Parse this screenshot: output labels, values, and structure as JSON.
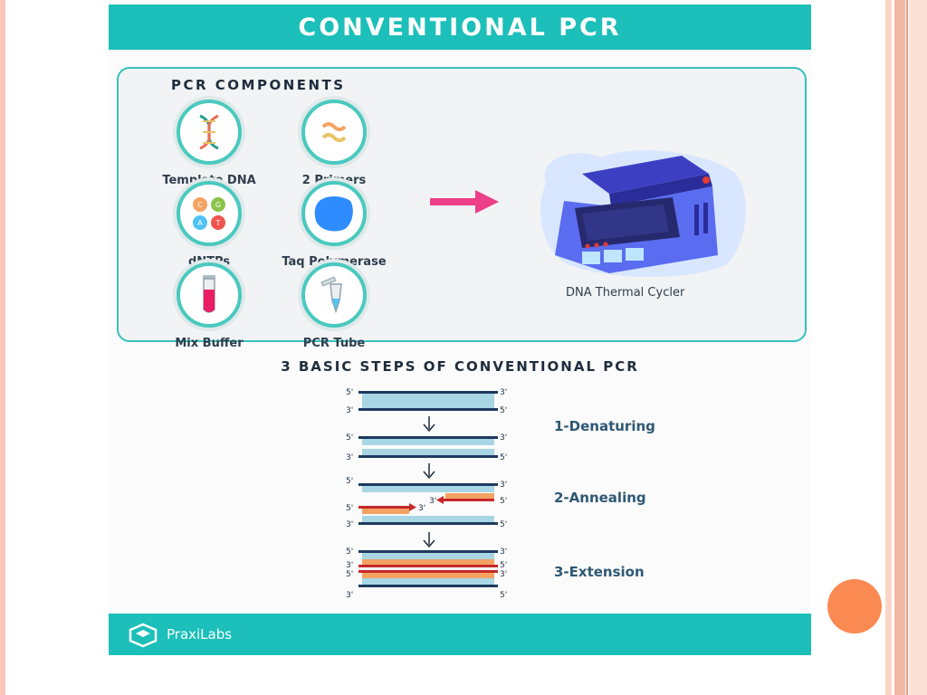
{
  "title": "CONVENTIONAL PCR",
  "components": {
    "heading": "PCR COMPONENTS",
    "items": [
      {
        "label": "Template DNA",
        "icon": "dna-helix-icon"
      },
      {
        "label": "2 Primers",
        "icon": "primers-icon"
      },
      {
        "label": "dNTPs",
        "icon": "nucleotides-icon"
      },
      {
        "label": "Taq Polymerase",
        "icon": "enzyme-icon"
      },
      {
        "label": "Mix Buffer",
        "icon": "test-tube-icon"
      },
      {
        "label": "PCR Tube",
        "icon": "pcr-tube-icon"
      }
    ],
    "dntp_letters": [
      "C",
      "G",
      "A",
      "T"
    ],
    "cycler_label": "DNA Thermal Cycler"
  },
  "steps": {
    "heading": "3 BASIC STEPS OF CONVENTIONAL PCR",
    "labels": [
      "1-Denaturing",
      "2-Annealing",
      "3-Extension"
    ],
    "end_5": "5'",
    "end_3": "3'"
  },
  "footer": {
    "brand": "PraxiLabs"
  },
  "colors": {
    "teal": "#1cbfb9",
    "pink_arrow": "#ec3f88",
    "orange": "#fb8a52",
    "primer_orange": "#f4a261",
    "primer_red": "#c62828",
    "strand_blue": "#a9d6e5"
  }
}
